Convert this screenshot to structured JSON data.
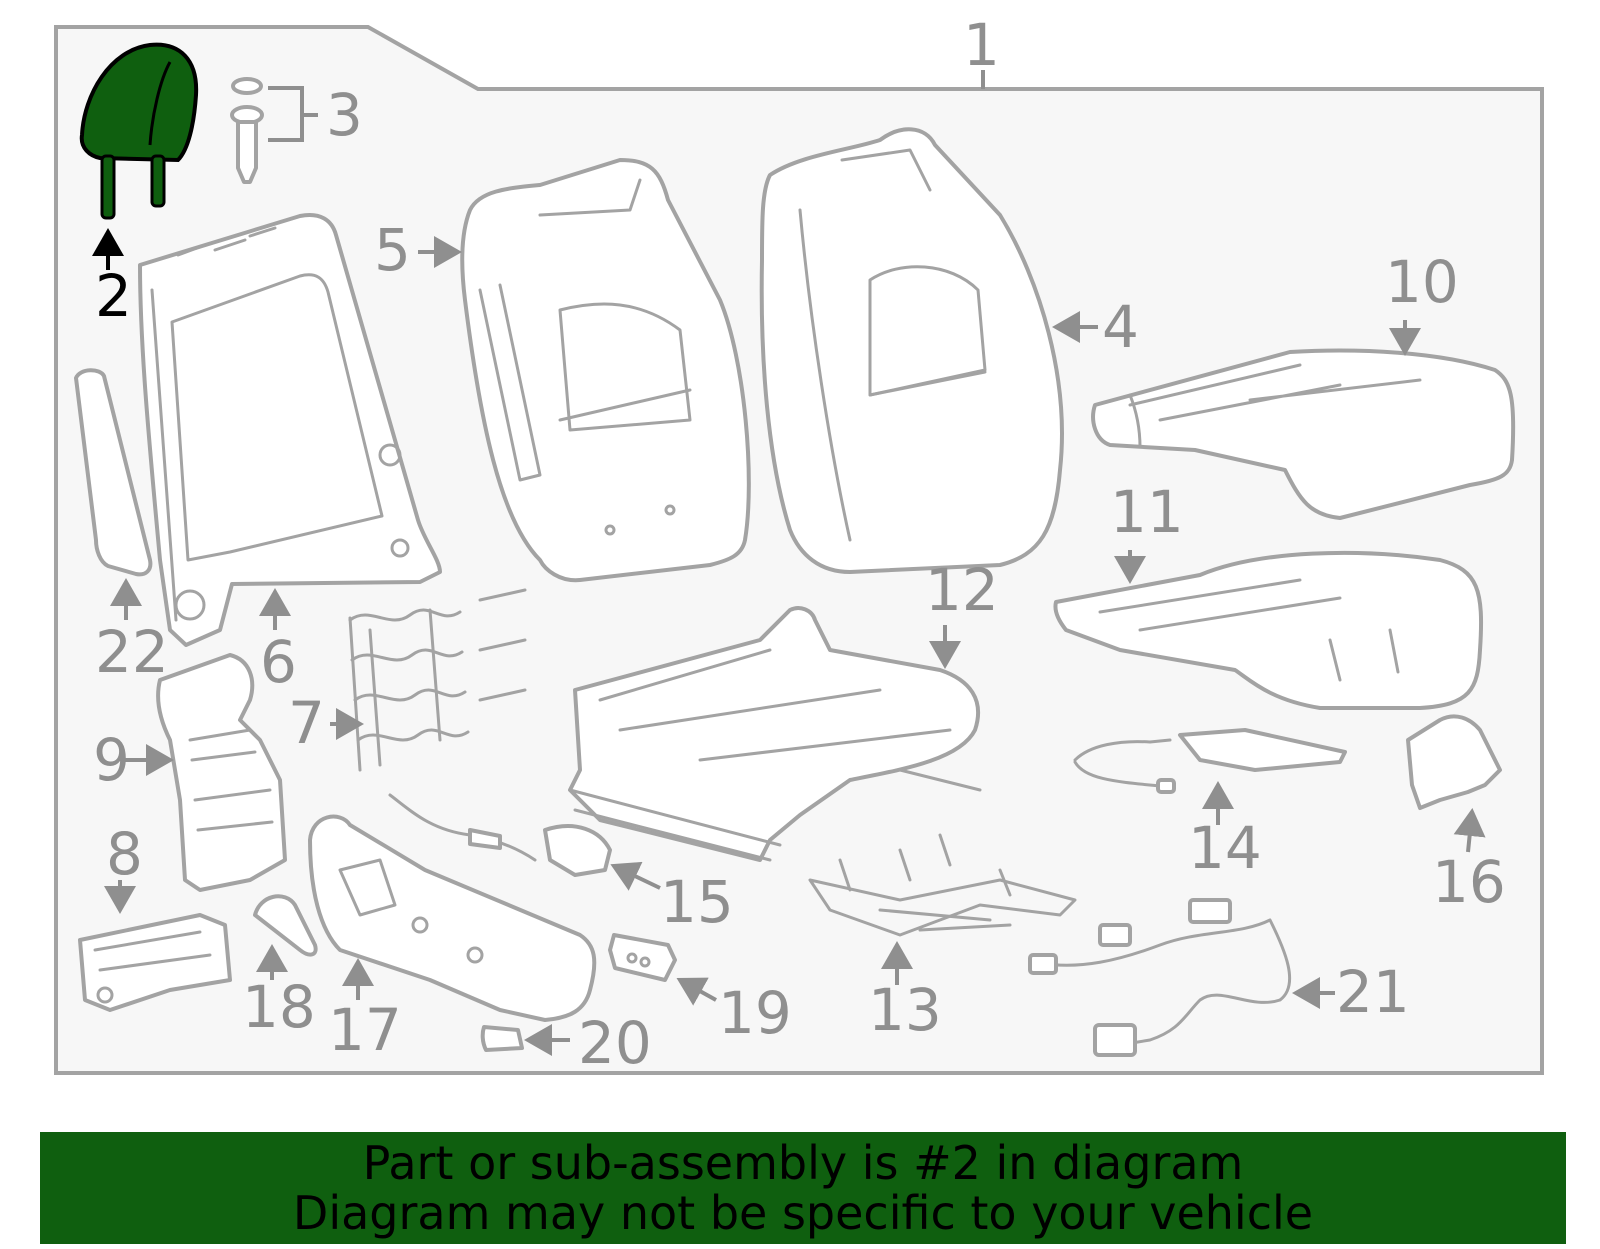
{
  "diagram": {
    "highlight_part": "2",
    "highlight_color": "#0f5f0f",
    "callouts": [
      {
        "id": "c1",
        "label": "1"
      },
      {
        "id": "c2",
        "label": "2"
      },
      {
        "id": "c3",
        "label": "3"
      },
      {
        "id": "c4",
        "label": "4"
      },
      {
        "id": "c5",
        "label": "5"
      },
      {
        "id": "c6",
        "label": "6"
      },
      {
        "id": "c7",
        "label": "7"
      },
      {
        "id": "c8",
        "label": "8"
      },
      {
        "id": "c9",
        "label": "9"
      },
      {
        "id": "c10",
        "label": "10"
      },
      {
        "id": "c11",
        "label": "11"
      },
      {
        "id": "c12",
        "label": "12"
      },
      {
        "id": "c13",
        "label": "13"
      },
      {
        "id": "c14",
        "label": "14"
      },
      {
        "id": "c15",
        "label": "15"
      },
      {
        "id": "c16",
        "label": "16"
      },
      {
        "id": "c17",
        "label": "17"
      },
      {
        "id": "c18",
        "label": "18"
      },
      {
        "id": "c19",
        "label": "19"
      },
      {
        "id": "c20",
        "label": "20"
      },
      {
        "id": "c21",
        "label": "21"
      },
      {
        "id": "c22",
        "label": "22"
      }
    ]
  },
  "banner": {
    "line1": "Part or sub-assembly is #2 in diagram",
    "line2": "Diagram may not be specific to your vehicle",
    "background": "#0f5f0f"
  }
}
